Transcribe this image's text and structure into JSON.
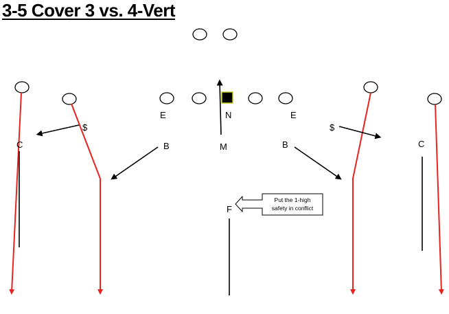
{
  "title": "3-5 Cover 3 vs. 4-Vert",
  "labels": {
    "e_left": "E",
    "n": "N",
    "e_right": "E",
    "dollar_left": "$",
    "dollar_right": "$",
    "c_left": "C",
    "c_right": "C",
    "b_left": "B",
    "m": "M",
    "b_right": "B",
    "f": "F"
  },
  "callout": {
    "line1": "Put the 1-high",
    "line2": "safety in conflict"
  },
  "colors": {
    "route": "#e8231f",
    "defense": "#000000",
    "center_fill": "#000000",
    "center_border": "#c8c820"
  }
}
